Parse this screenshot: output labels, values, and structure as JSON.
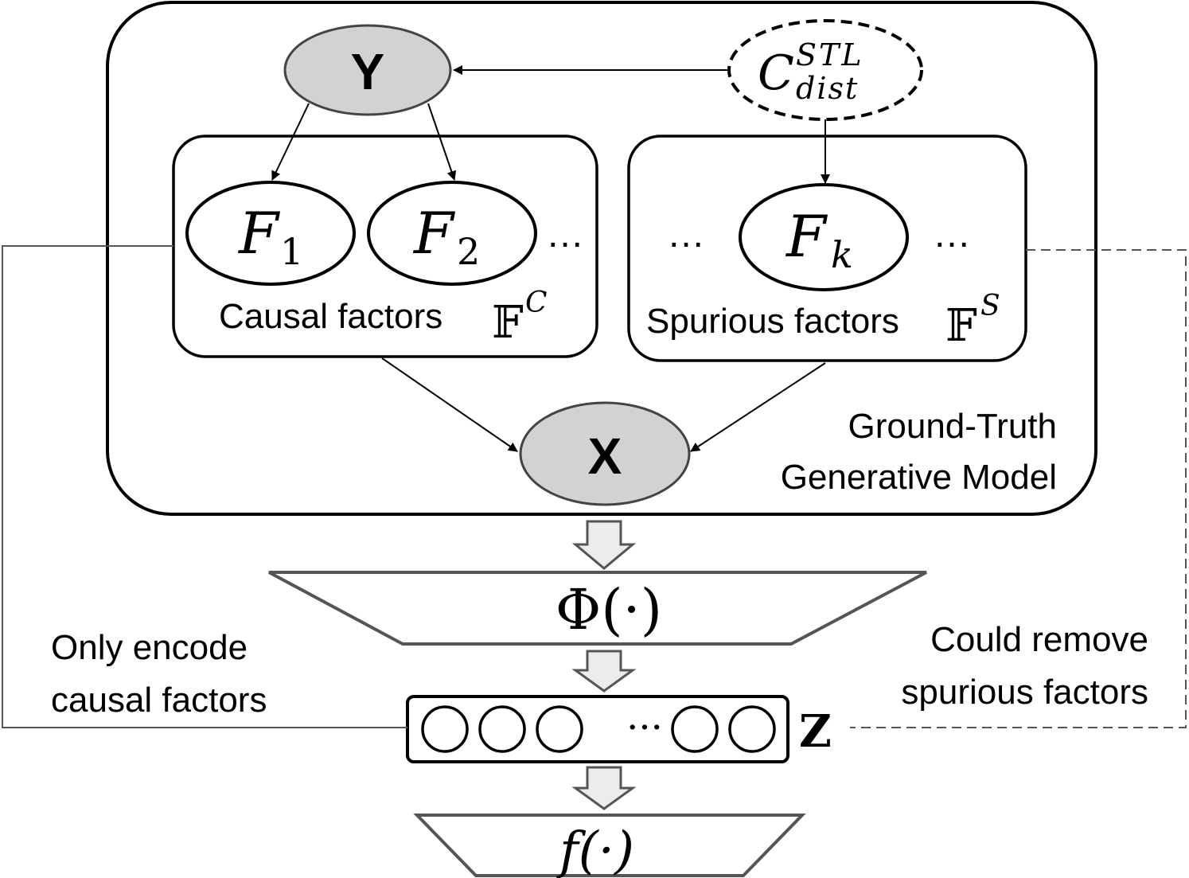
{
  "nodes": {
    "y": "Y",
    "x": "X",
    "c_dist": {
      "base": "C",
      "sup": "STL",
      "sub": "dist"
    },
    "f1": {
      "base": "F",
      "sub": "1"
    },
    "f2": {
      "base": "F",
      "sub": "2"
    },
    "fk": {
      "base": "F",
      "sub": "k"
    },
    "ellipsis": "…"
  },
  "groups": {
    "causal_label": "Causal factors",
    "causal_symbol": {
      "base": "𝔽",
      "sup": "C"
    },
    "spurious_label": "Spurious factors",
    "spurious_symbol": {
      "base": "𝔽",
      "sup": "S"
    }
  },
  "generative_model": {
    "line1": "Ground-Truth",
    "line2": "Generative Model"
  },
  "encoder": {
    "label": "Φ(·)"
  },
  "representation": {
    "label": "Z",
    "dots": "···"
  },
  "classifier": {
    "label": "f(·)"
  },
  "annotations": {
    "left_line1": "Only encode",
    "left_line2": "causal factors",
    "right_line1": "Could remove",
    "right_line2": "spurious factors"
  }
}
